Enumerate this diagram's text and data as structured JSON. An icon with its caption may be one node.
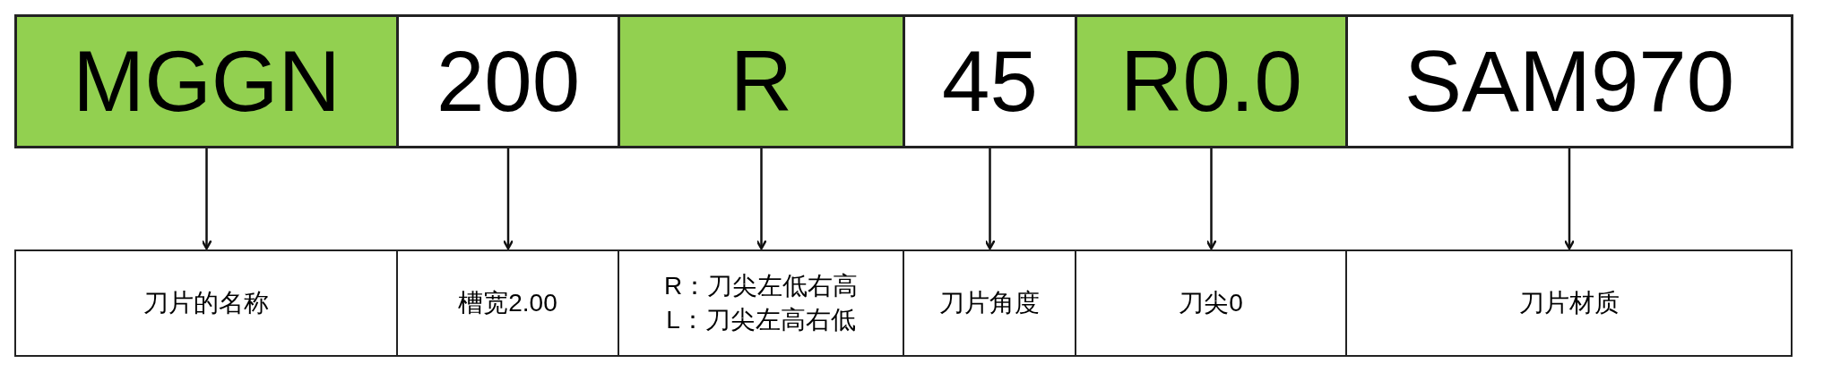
{
  "diagram": {
    "nodes": [
      {
        "text": [
          "MGGN"
        ]
      },
      {
        "text": [
          "200"
        ]
      },
      {
        "text": [
          "R"
        ]
      },
      {
        "text": [
          "45"
        ]
      },
      {
        "text": [
          "R0.0"
        ]
      },
      {
        "text": [
          "SAM970"
        ]
      },
      {
        "text": [
          "刀片的名称"
        ]
      },
      {
        "text": [
          "槽宽2.00"
        ]
      },
      {
        "text": [
          "R：刀尖左低右高",
          "L：刀尖左高右低"
        ]
      },
      {
        "text": [
          "刀片角度"
        ]
      },
      {
        "text": [
          "刀尖0"
        ]
      },
      {
        "text": [
          "刀片材质"
        ]
      }
    ],
    "edges": [
      {
        "from": 0,
        "to": 6,
        "arrow": "to"
      },
      {
        "from": 1,
        "to": 7,
        "arrow": "to"
      },
      {
        "from": 2,
        "to": 8,
        "arrow": "to"
      },
      {
        "from": 3,
        "to": 9,
        "arrow": "to"
      },
      {
        "from": 4,
        "to": 10,
        "arrow": "to"
      },
      {
        "from": 5,
        "to": 11,
        "arrow": "to"
      }
    ]
  }
}
